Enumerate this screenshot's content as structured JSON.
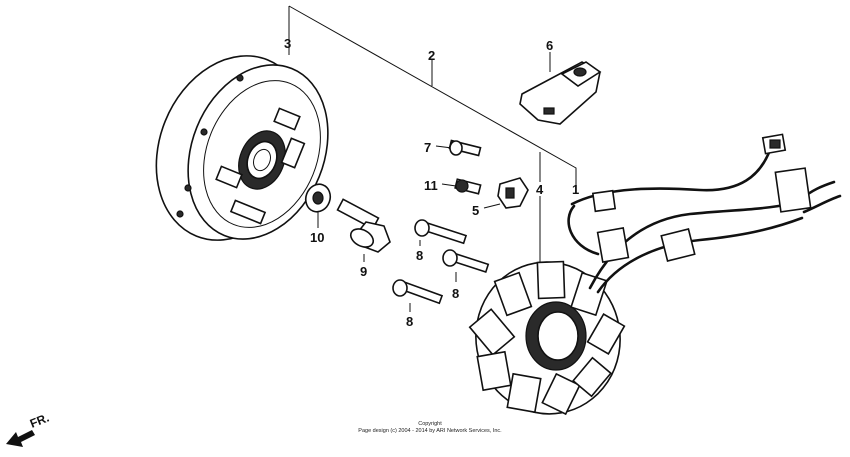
{
  "callouts": {
    "c1": "1",
    "c2": "2",
    "c3": "3",
    "c4": "4",
    "c5": "5",
    "c6": "6",
    "c7": "7",
    "c8a": "8",
    "c8b": "8",
    "c8c": "8",
    "c9": "9",
    "c10": "10",
    "c11": "11"
  },
  "copyright": {
    "line1": "Copyright",
    "line2": "Page design (c) 2004 - 2014 by ARI Network Services, Inc."
  },
  "direction": {
    "label": "FR.",
    "icon": "front-direction-arrow-icon"
  }
}
